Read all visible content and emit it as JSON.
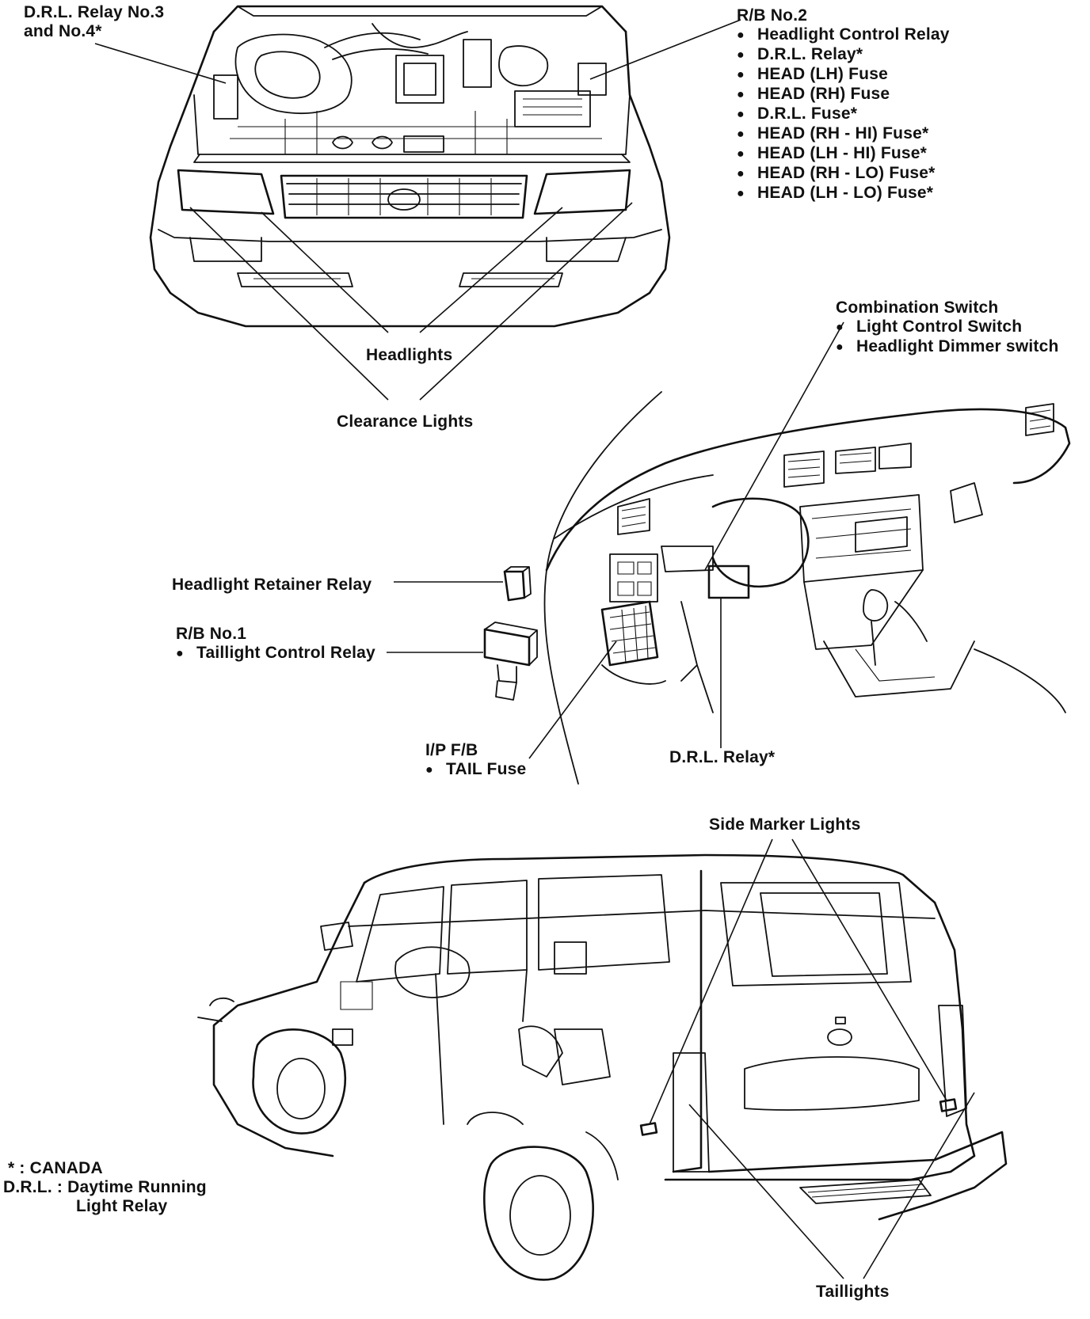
{
  "labels": {
    "drl_relay_3_4": {
      "line1": "D.R.L. Relay No.3",
      "line2": "and No.4*"
    },
    "rb_no2": {
      "title": "R/B No.2",
      "items": [
        "Headlight Control Relay",
        "D.R.L. Relay*",
        "HEAD (LH) Fuse",
        "HEAD (RH) Fuse",
        "D.R.L. Fuse*",
        "HEAD (RH - HI) Fuse*",
        "HEAD (LH - HI) Fuse*",
        "HEAD (RH - LO) Fuse*",
        "HEAD (LH - LO) Fuse*"
      ]
    },
    "headlights": "Headlights",
    "clearance_lights": "Clearance Lights",
    "combination_switch": {
      "title": "Combination Switch",
      "items": [
        "Light Control Switch",
        "Headlight Dimmer switch"
      ]
    },
    "headlight_retainer_relay": "Headlight Retainer Relay",
    "rb_no1": {
      "title": "R/B No.1",
      "items": [
        "Taillight Control Relay"
      ]
    },
    "ip_fb": {
      "title": "I/P F/B",
      "items": [
        "TAIL Fuse"
      ]
    },
    "drl_relay": "D.R.L. Relay*",
    "side_marker_lights": "Side Marker Lights",
    "taillights": "Taillights",
    "legend": {
      "canada_key": "* : CANADA",
      "drl_key": "D.R.L. : Daytime Running",
      "drl_key_cont": "Light Relay"
    }
  }
}
